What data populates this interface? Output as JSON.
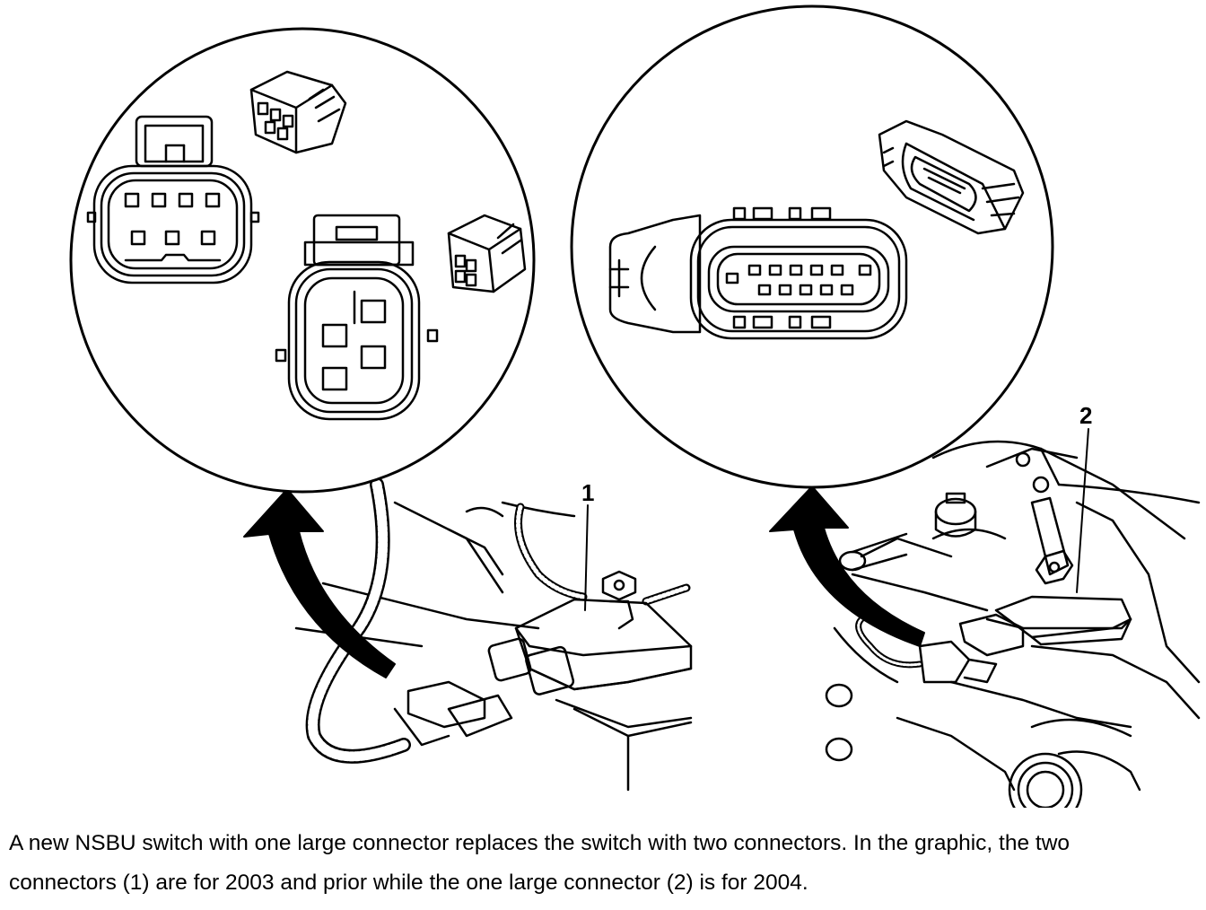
{
  "figure": {
    "callouts": {
      "left": "1",
      "right": "2"
    },
    "colors": {
      "line": "#000000",
      "background": "#ffffff"
    },
    "parts": [
      "two-connector-nsbu-switch",
      "one-connector-nsbu-switch",
      "4-pin-connector",
      "3-pin-connector",
      "large-multi-pin-connector"
    ]
  },
  "caption": {
    "line1": "A new NSBU switch with one large connector replaces the switch with two connectors. In the graphic, the two",
    "line2": "connectors (1) are for 2003 and prior while the one large connector (2) is for 2004."
  }
}
